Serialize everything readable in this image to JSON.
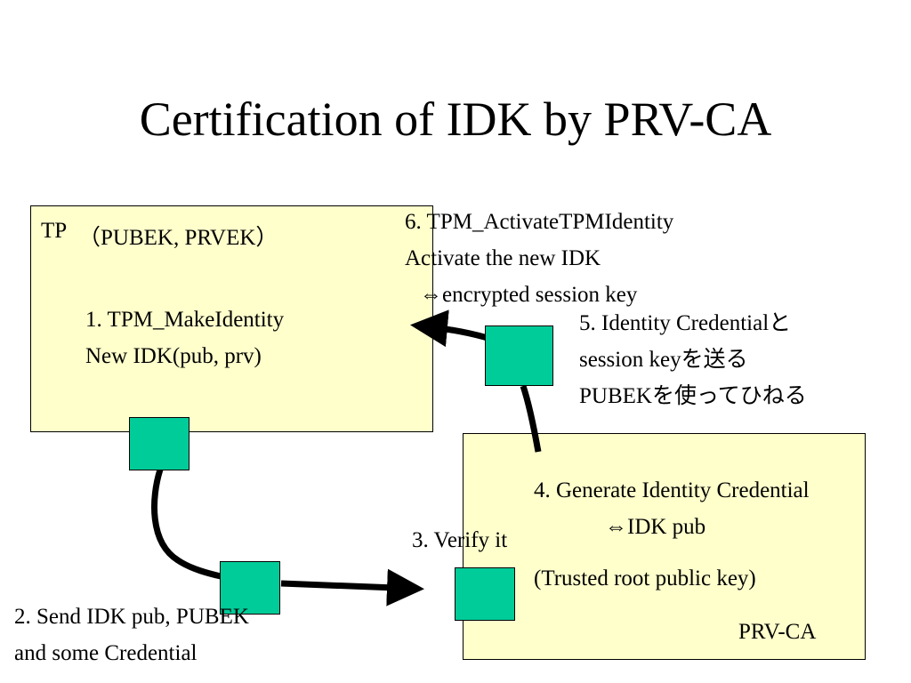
{
  "title": "Certification of IDK by PRV-CA",
  "tp_box": {
    "label": "TP",
    "keys": "（PUBEK, PRVEK）",
    "step1_line1": "1. TPM_MakeIdentity",
    "step1_line2": "New IDK(pub, prv)"
  },
  "prvca_box": {
    "label": "PRV-CA",
    "step4_line1": "4. Generate Identity Credential",
    "step4_line2": "⇔IDK pub",
    "root_key": "(Trusted root public key)"
  },
  "step2": {
    "line1": "2. Send IDK pub, PUBEK",
    "line2": "and some Credential"
  },
  "step3": "3. Verify it",
  "step5": {
    "line1": "5. Identity Credentialと",
    "line2": "session keyを送る",
    "line3": "PUBEKを使ってひねる"
  },
  "step6": {
    "line1": "6. TPM_ActivateTPMIdentity",
    "line2": "Activate the new IDK",
    "line3": "⇔encrypted session key"
  },
  "colors": {
    "box_fill": "#ffffcc",
    "token_fill": "#00cc99",
    "line": "#000000",
    "background": "#ffffff"
  }
}
